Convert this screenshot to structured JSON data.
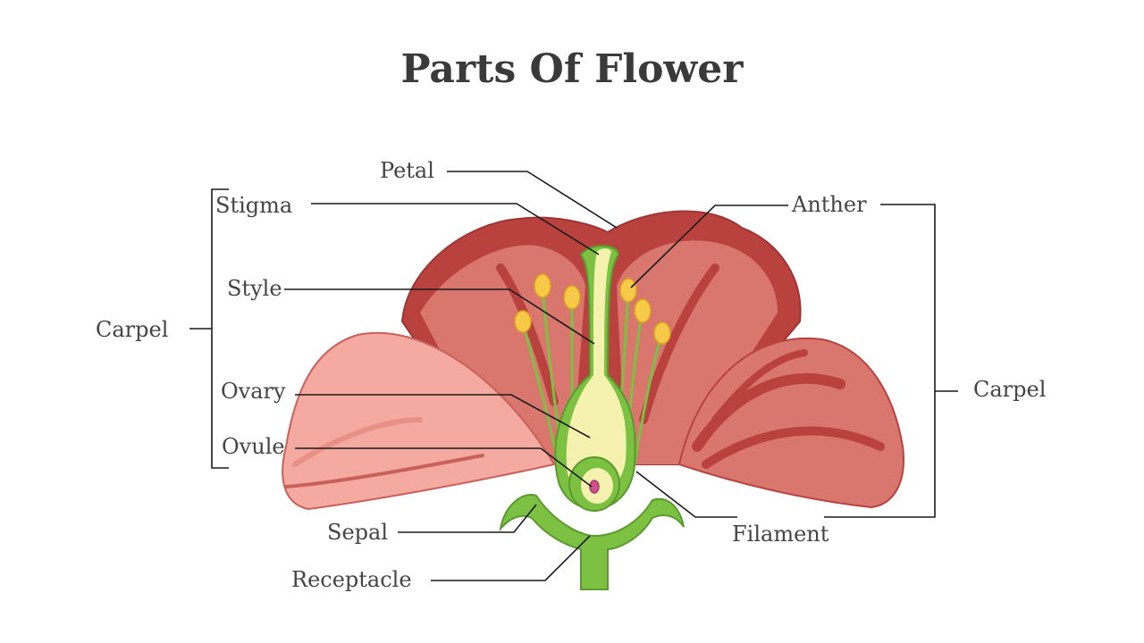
{
  "title": "Parts Of Flower",
  "labels": {
    "petal": "Petal",
    "stigma": "Stigma",
    "style": "Style",
    "carpel_left": "Carpel",
    "ovary": "Ovary",
    "ovule": "Ovule",
    "sepal": "Sepal",
    "receptacle": "Receptacle",
    "anther": "Anther",
    "carpel_right": "Carpel",
    "filament": "Filament"
  },
  "colors": {
    "petal_dark": "#b9423f",
    "petal_mid": "#d9776f",
    "petal_light": "#f4aaa0",
    "green": "#7cc142",
    "green_dark": "#5a9a2e",
    "pale_yellow": "#f5f2b0",
    "anther_yellow": "#f7c948",
    "ovule_pink": "#d24f8e"
  }
}
